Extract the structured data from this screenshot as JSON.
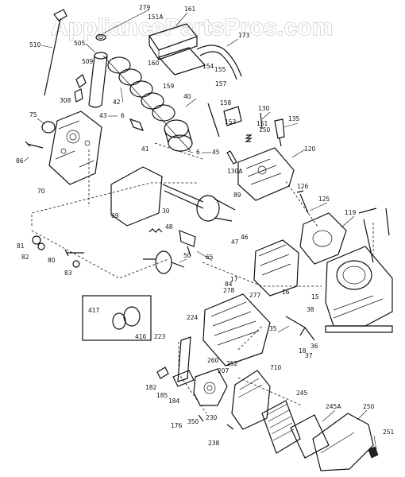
{
  "watermark": "AppliancePartsPros.com",
  "callouts": [
    {
      "id": "c279",
      "text": "279"
    },
    {
      "id": "c161",
      "text": "161"
    },
    {
      "id": "c151a",
      "text": "151A"
    },
    {
      "id": "c510",
      "text": "510"
    },
    {
      "id": "c505",
      "text": "505"
    },
    {
      "id": "c173",
      "text": "173"
    },
    {
      "id": "c160",
      "text": "160"
    },
    {
      "id": "c159",
      "text": "159"
    },
    {
      "id": "c154",
      "text": "154"
    },
    {
      "id": "c155",
      "text": "155"
    },
    {
      "id": "c509",
      "text": "509"
    },
    {
      "id": "c157",
      "text": "157"
    },
    {
      "id": "c308",
      "text": "308"
    },
    {
      "id": "c40",
      "text": "40"
    },
    {
      "id": "c42",
      "text": "42"
    },
    {
      "id": "c158",
      "text": "158"
    },
    {
      "id": "c130",
      "text": "130"
    },
    {
      "id": "c75",
      "text": "75"
    },
    {
      "id": "c43",
      "text": "43"
    },
    {
      "id": "c6a",
      "text": "6"
    },
    {
      "id": "c153",
      "text": "153"
    },
    {
      "id": "c151",
      "text": "151"
    },
    {
      "id": "c150",
      "text": "150"
    },
    {
      "id": "c135",
      "text": "135"
    },
    {
      "id": "c41",
      "text": "41"
    },
    {
      "id": "c6b",
      "text": "6"
    },
    {
      "id": "c45",
      "text": "45"
    },
    {
      "id": "c120",
      "text": "120"
    },
    {
      "id": "c86",
      "text": "86"
    },
    {
      "id": "c130a",
      "text": "130A"
    },
    {
      "id": "c70",
      "text": "70"
    },
    {
      "id": "c126",
      "text": "126"
    },
    {
      "id": "c89",
      "text": "89"
    },
    {
      "id": "c125",
      "text": "125"
    },
    {
      "id": "c69",
      "text": "69"
    },
    {
      "id": "c30",
      "text": "30"
    },
    {
      "id": "c119",
      "text": "119"
    },
    {
      "id": "c48",
      "text": "48"
    },
    {
      "id": "c47",
      "text": "47"
    },
    {
      "id": "c46",
      "text": "46"
    },
    {
      "id": "c81",
      "text": "81"
    },
    {
      "id": "c82",
      "text": "82"
    },
    {
      "id": "c80",
      "text": "80"
    },
    {
      "id": "c50",
      "text": "50"
    },
    {
      "id": "c65",
      "text": "65"
    },
    {
      "id": "c83",
      "text": "83"
    },
    {
      "id": "c17",
      "text": "17"
    },
    {
      "id": "c84",
      "text": "84"
    },
    {
      "id": "c278",
      "text": "278"
    },
    {
      "id": "c16",
      "text": "16"
    },
    {
      "id": "c277",
      "text": "277"
    },
    {
      "id": "c15",
      "text": "15"
    },
    {
      "id": "c38",
      "text": "38"
    },
    {
      "id": "c417",
      "text": "417"
    },
    {
      "id": "c416",
      "text": "416"
    },
    {
      "id": "c224",
      "text": "224"
    },
    {
      "id": "c35",
      "text": "35"
    },
    {
      "id": "c223",
      "text": "223"
    },
    {
      "id": "c18",
      "text": "18"
    },
    {
      "id": "c36",
      "text": "36"
    },
    {
      "id": "c37",
      "text": "37"
    },
    {
      "id": "c260",
      "text": "260"
    },
    {
      "id": "c252",
      "text": "252"
    },
    {
      "id": "c207",
      "text": "207"
    },
    {
      "id": "c710",
      "text": "710"
    },
    {
      "id": "c182",
      "text": "182"
    },
    {
      "id": "c185",
      "text": "185"
    },
    {
      "id": "c184",
      "text": "184"
    },
    {
      "id": "c245",
      "text": "245"
    },
    {
      "id": "c245a",
      "text": "245A"
    },
    {
      "id": "c250",
      "text": "250"
    },
    {
      "id": "c230",
      "text": "230"
    },
    {
      "id": "c176",
      "text": "176"
    },
    {
      "id": "c350",
      "text": "350"
    },
    {
      "id": "c251",
      "text": "251"
    },
    {
      "id": "c238",
      "text": "238"
    }
  ]
}
